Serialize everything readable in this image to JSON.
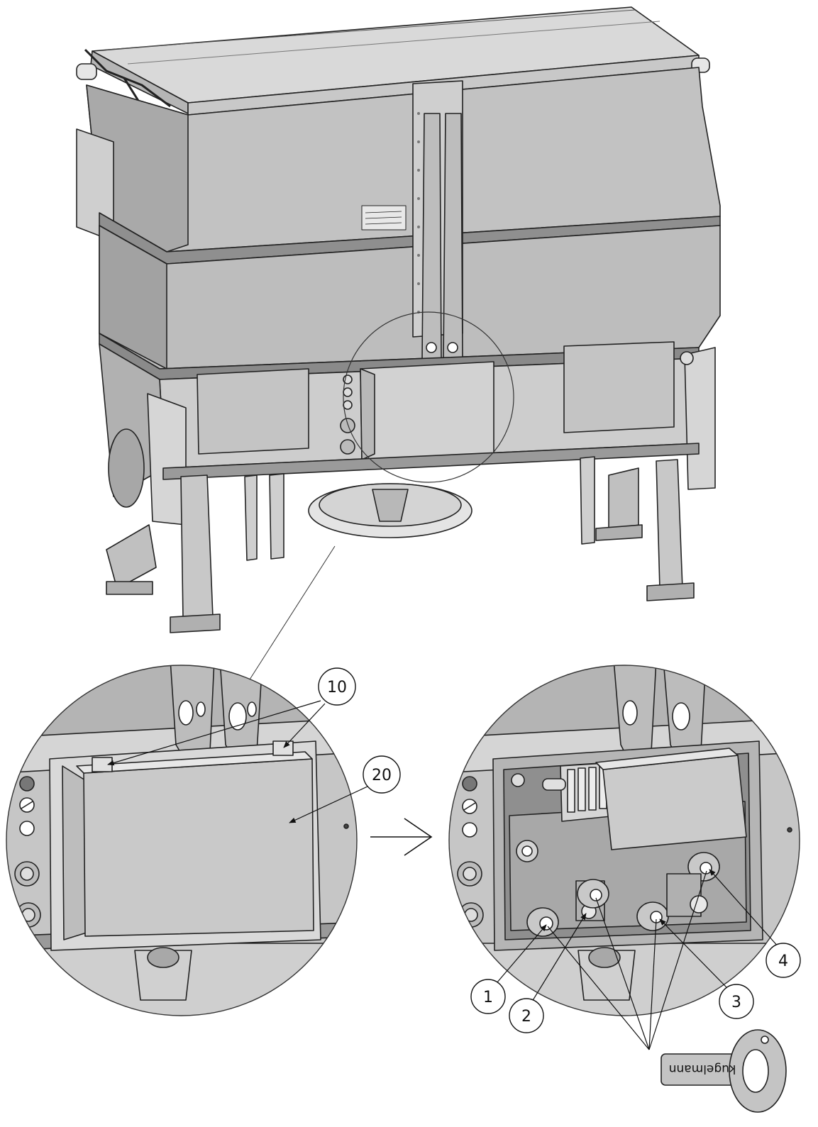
{
  "callouts": {
    "c10": "10",
    "c20": "20",
    "c1": "1",
    "c2": "2",
    "c3": "3",
    "c4": "4"
  },
  "key_brand": "kugelmann"
}
